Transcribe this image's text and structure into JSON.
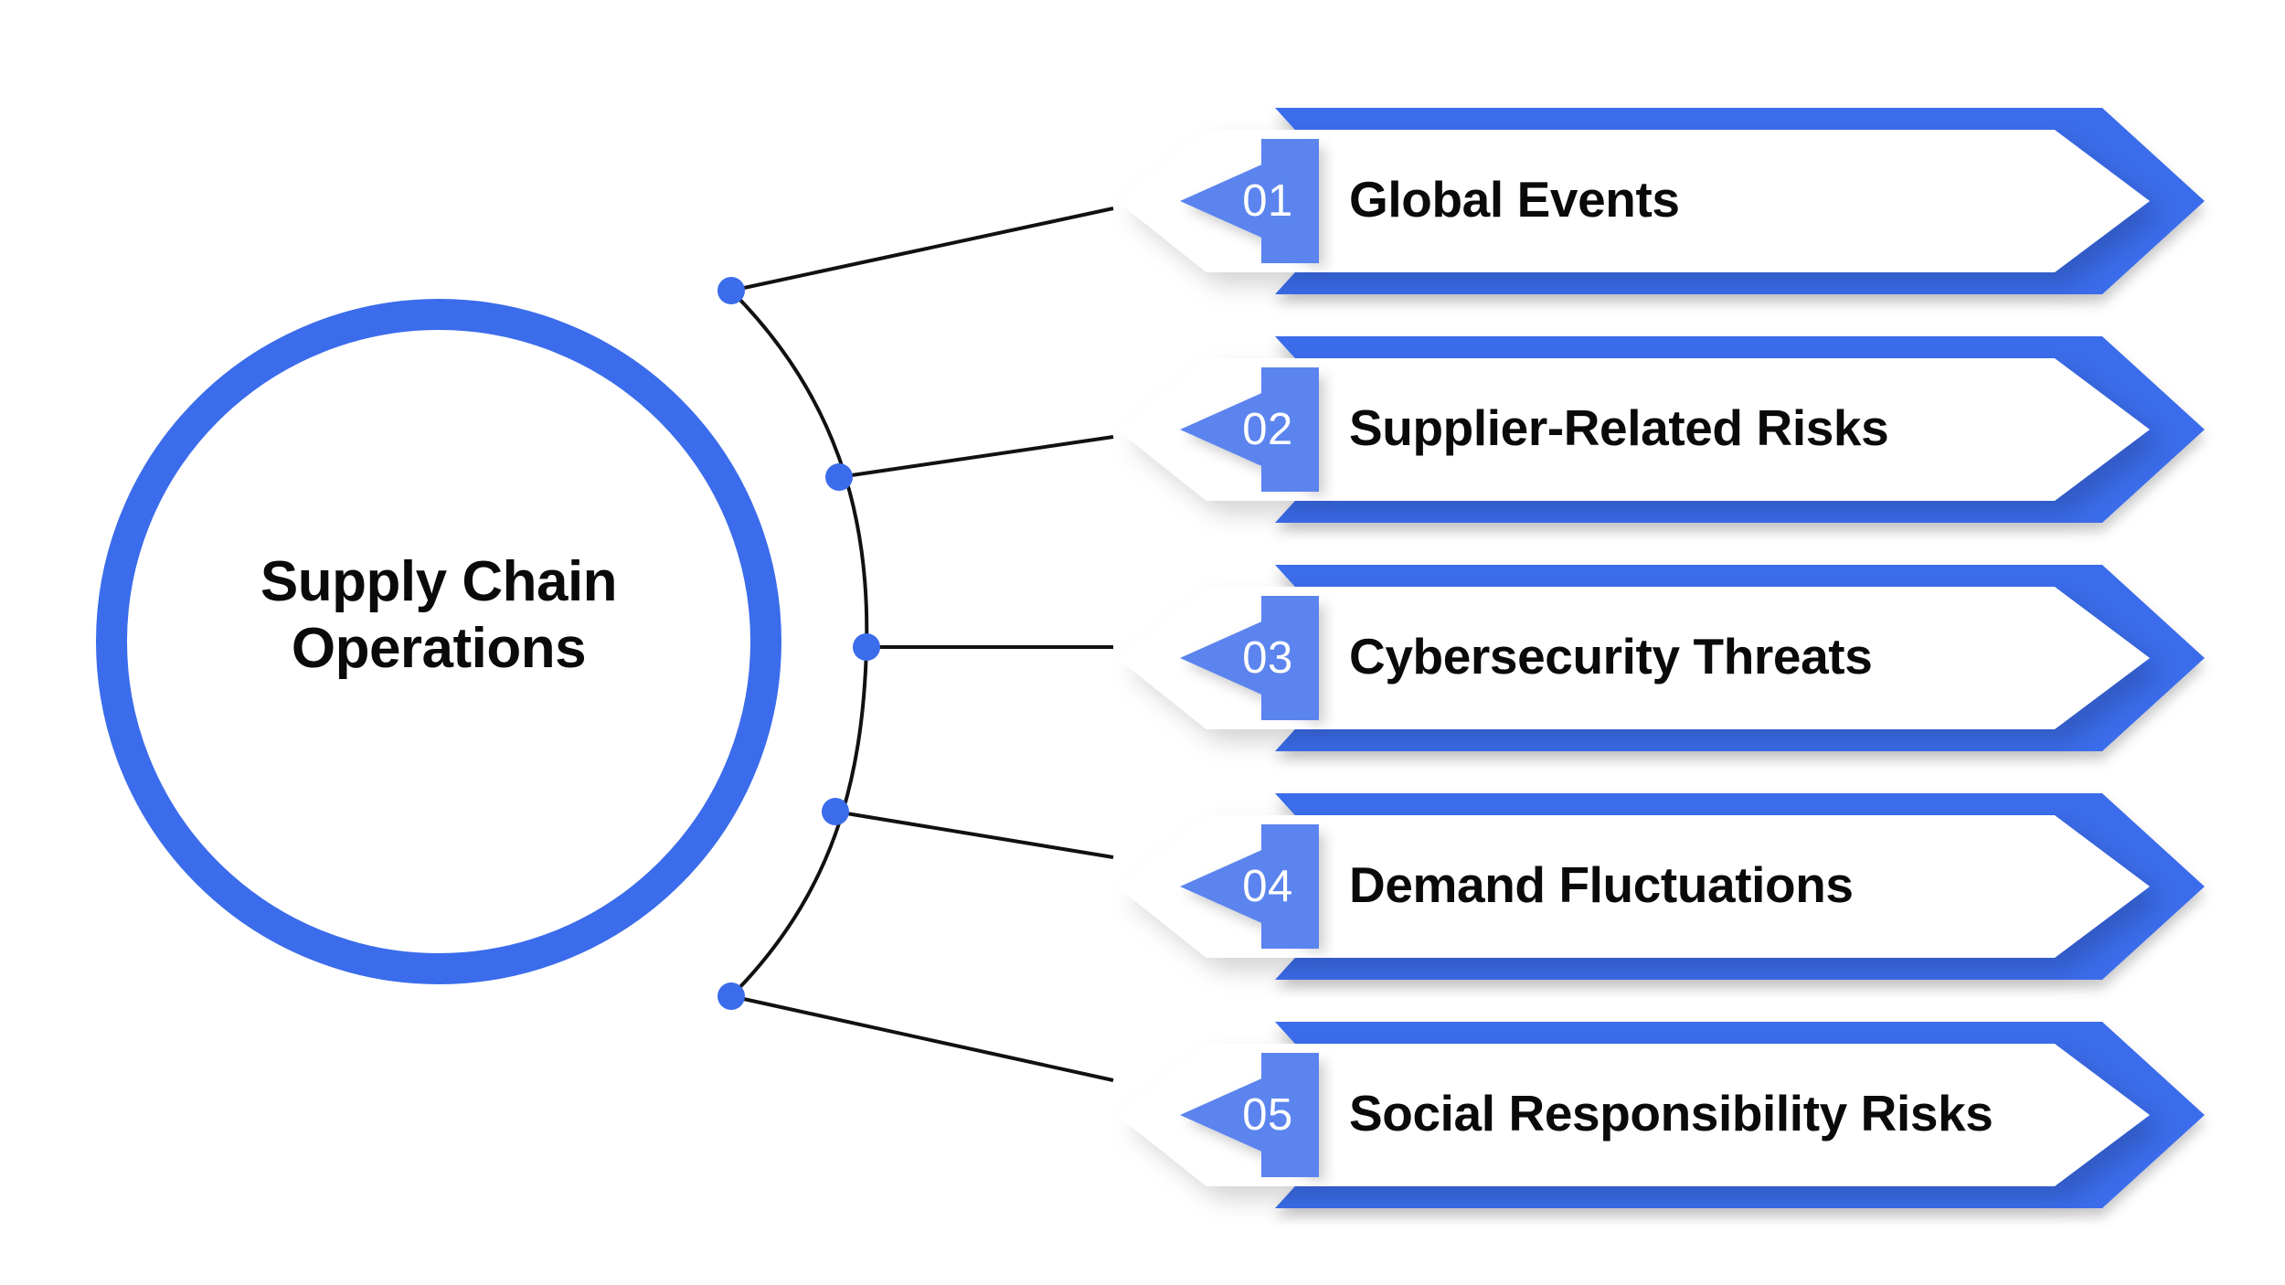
{
  "theme": {
    "brand_blue": "#3b6ceb",
    "badge_blue": "#5b84ee",
    "text_dark": "#0a0a0a",
    "card_white": "#ffffff",
    "line_black": "#111111",
    "background": "#ffffff"
  },
  "hub": {
    "line1": "Supply Chain",
    "line2": "Operations",
    "shape": "ring-circle"
  },
  "items": [
    {
      "number": "01",
      "label": "Global Events"
    },
    {
      "number": "02",
      "label": "Supplier-Related Risks"
    },
    {
      "number": "03",
      "label": "Cybersecurity Threats"
    },
    {
      "number": "04",
      "label": "Demand Fluctuations"
    },
    {
      "number": "05",
      "label": "Social Responsibility Risks"
    }
  ]
}
